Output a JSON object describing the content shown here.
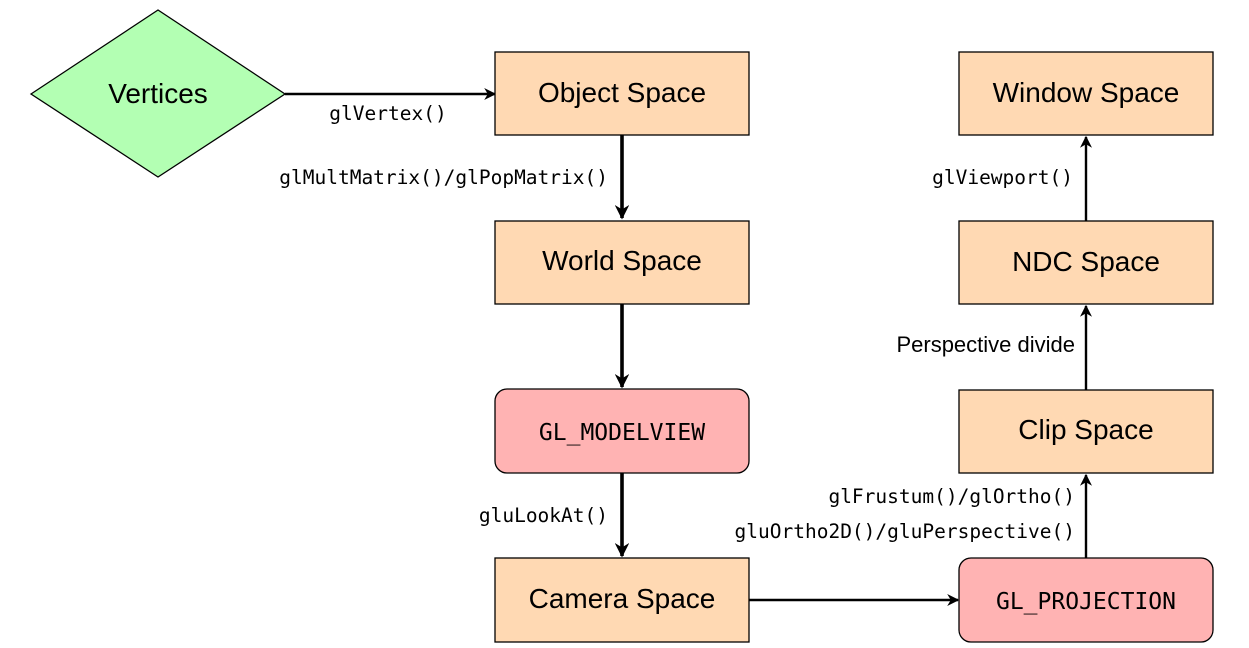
{
  "nodes": {
    "vertices": "Vertices",
    "object_space": "Object Space",
    "world_space": "World Space",
    "gl_modelview": "GL_MODELVIEW",
    "camera_space": "Camera Space",
    "gl_projection": "GL_PROJECTION",
    "clip_space": "Clip Space",
    "ndc_space": "NDC Space",
    "window_space": "Window Space"
  },
  "edge_labels": {
    "gl_vertex": "glVertex()",
    "gl_mult_matrix": "glMultMatrix()/glPopMatrix()",
    "glu_look_at": "gluLookAt()",
    "gl_frustum": "glFrustum()/glOrtho()",
    "glu_ortho2d": "gluOrtho2D()/gluPerspective()",
    "perspective_divide": "Perspective divide",
    "gl_viewport": "glViewport()"
  },
  "colors": {
    "diamond_fill": "#b3ffb3",
    "space_fill": "#ffd9b3",
    "matrix_fill": "#ffb3b3",
    "stroke": "#000000"
  }
}
